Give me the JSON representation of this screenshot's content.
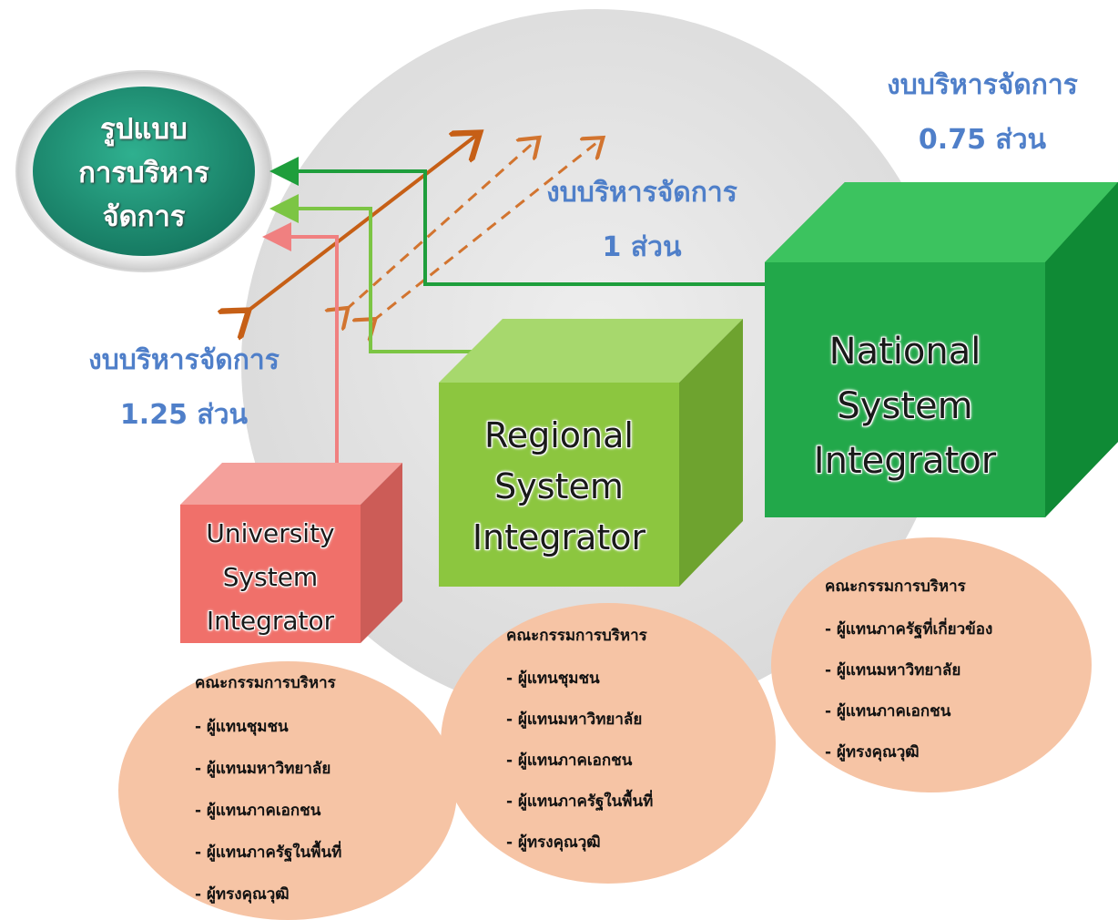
{
  "management_label": [
    "รูปแบบ",
    "การบริหาร",
    "จัดการ"
  ],
  "budgets": {
    "national": [
      "งบบริหารจัดการ",
      "0.75 ส่วน"
    ],
    "regional": [
      "งบบริหารจัดการ",
      "1 ส่วน"
    ],
    "university": [
      "งบบริหารจัดการ",
      "1.25 ส่วน"
    ]
  },
  "cubes": {
    "national": {
      "lines": [
        "National",
        "System",
        "Integrator"
      ],
      "color": "#27ae60"
    },
    "regional": {
      "lines": [
        "Regional",
        "System",
        "Integrator"
      ],
      "color": "#8cc63f"
    },
    "university": {
      "lines": [
        "University",
        "System",
        "Integrator"
      ],
      "color": "#f0706a"
    }
  },
  "committees": {
    "university": {
      "title": "คณะกรรมการบริหาร",
      "items": [
        "- ผู้แทนชุมชน",
        "- ผู้แทนมหาวิทยาลัย",
        "- ผู้แทนภาคเอกชน",
        "- ผู้แทนภาครัฐในพื้นที่",
        "- ผู้ทรงคุณวุฒิ"
      ]
    },
    "regional": {
      "title": "คณะกรรมการบริหาร",
      "items": [
        "- ผู้แทนชุมชน",
        "- ผู้แทนมหาวิทยาลัย",
        "- ผู้แทนภาคเอกชน",
        "- ผู้แทนภาครัฐในพื้นที่",
        "- ผู้ทรงคุณวุฒิ"
      ]
    },
    "national": {
      "title": "คณะกรรมการบริหาร",
      "items": [
        "- ผู้แทนภาครัฐที่เกี่ยวข้อง",
        "- ผู้แทนมหาวิทยาลัย",
        "- ผู้แทนภาคเอกชน",
        "- ผู้ทรงคุณวุฒิ"
      ]
    }
  },
  "colors": {
    "background_circle": "#e3e3e3",
    "management_oval": "#1f9a7d",
    "committee_blob": "#f6c4a5",
    "budget_text": "#4f7fc9",
    "arrow_orange": "#c65f16"
  }
}
